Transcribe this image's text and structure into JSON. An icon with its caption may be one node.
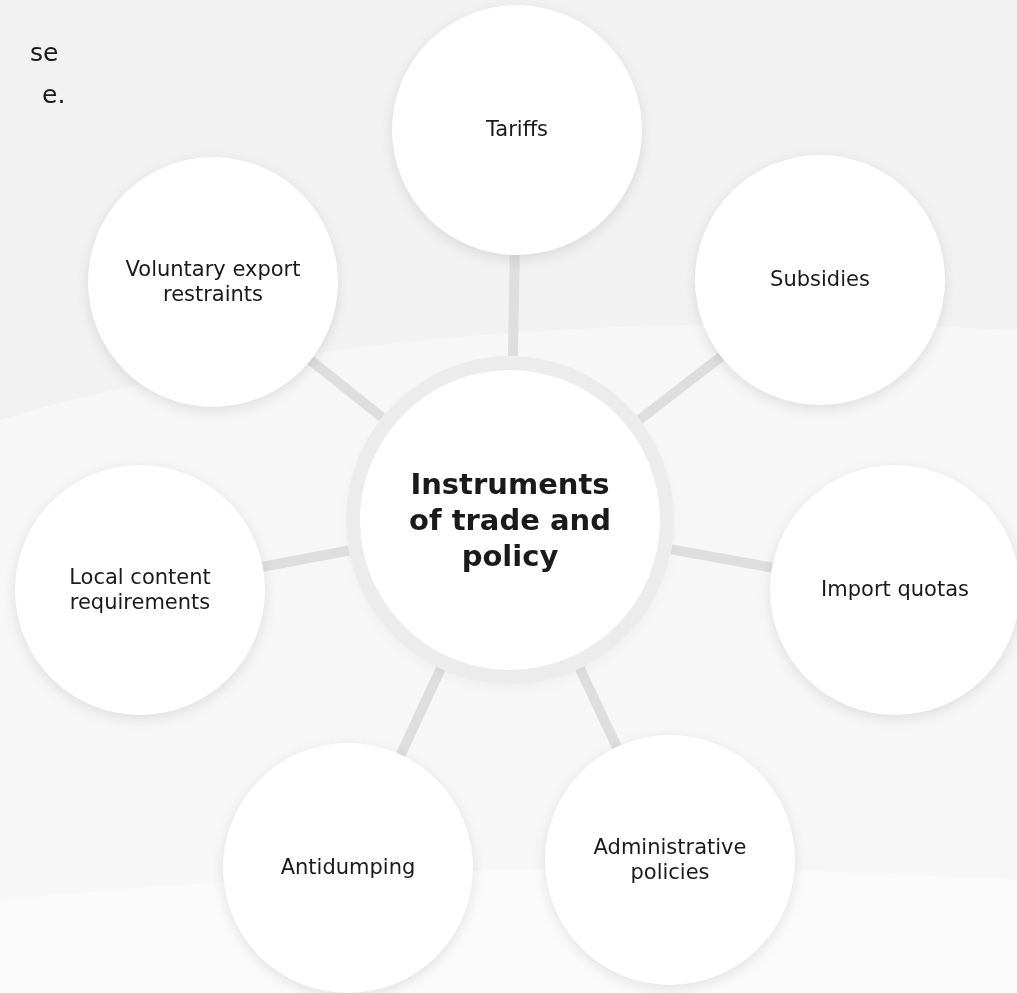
{
  "diagram": {
    "nodes": [
      {
        "text": [
          "Tariffs"
        ]
      },
      {
        "text": [
          "Voluntary export restraints"
        ]
      },
      {
        "text": [
          "Subsidies"
        ]
      },
      {
        "text": [
          "Instruments of trade and policy"
        ]
      },
      {
        "text": [
          "Local content requirements"
        ]
      },
      {
        "text": [
          "Import quotas"
        ]
      },
      {
        "text": [
          "Antidumping"
        ]
      },
      {
        "text": [
          "Administrative policies"
        ]
      }
    ],
    "edges": [
      {
        "from": 3,
        "to": 0,
        "arrow": "none"
      },
      {
        "from": 3,
        "to": 2,
        "arrow": "none"
      },
      {
        "from": 3,
        "to": 5,
        "arrow": "none"
      },
      {
        "from": 3,
        "to": 7,
        "arrow": "none"
      },
      {
        "from": 3,
        "to": 6,
        "arrow": "none"
      },
      {
        "from": 3,
        "to": 4,
        "arrow": "none"
      },
      {
        "from": 3,
        "to": 1,
        "arrow": "none"
      }
    ],
    "labels": [
      "se",
      "e."
    ]
  }
}
